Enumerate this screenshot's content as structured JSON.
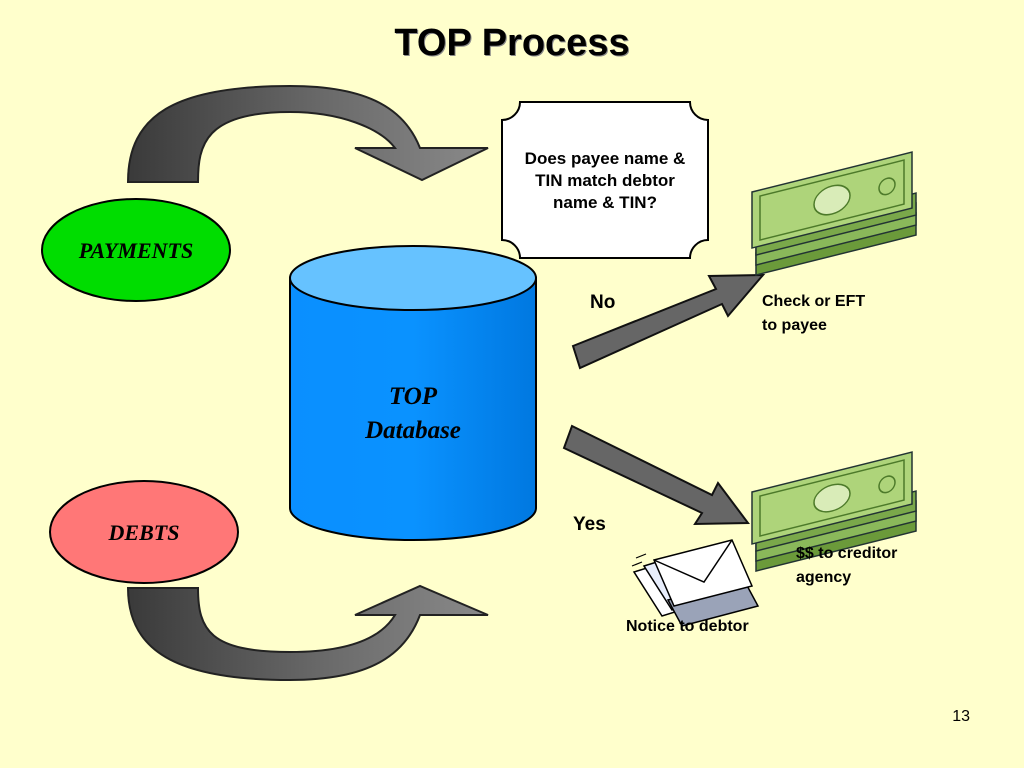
{
  "slide": {
    "title": "TOP Process",
    "page_number": "13"
  },
  "nodes": {
    "payments": "PAYMENTS",
    "debts": "DEBTS",
    "database_line1": "TOP",
    "database_line2": "Database",
    "question_line1": "Does payee name &",
    "question_line2": "TIN match debtor",
    "question_line3": "name & TIN?",
    "no": "No",
    "yes": "Yes",
    "check_line1": "Check or EFT",
    "check_line2": "to payee",
    "creditor_line1": "$$ to creditor",
    "creditor_line2": "agency",
    "notice": "Notice to debtor"
  },
  "colors": {
    "background": "#ffffcc",
    "payments_fill": "#00dd00",
    "debts_fill": "#ff7777",
    "database_fill": "#0a8fff",
    "database_top": "#66c2ff",
    "arrow_fill": "#555555",
    "money_green": "#99cc66"
  }
}
